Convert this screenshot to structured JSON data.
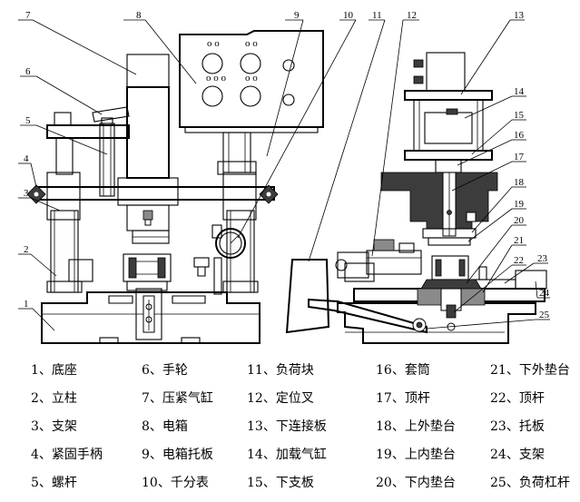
{
  "callouts": [
    "1",
    "2",
    "3",
    "4",
    "5",
    "6",
    "7",
    "8",
    "9",
    "10",
    "11",
    "12",
    "13",
    "14",
    "15",
    "16",
    "17",
    "18",
    "19",
    "20",
    "21",
    "22",
    "23",
    "24",
    "25"
  ],
  "legend": [
    [
      "1、底座",
      "6、手轮",
      "11、负荷块",
      "16、套筒",
      "21、下外垫台"
    ],
    [
      "2、立柱",
      "7、压紧气缸",
      "12、定位叉",
      "17、顶杆",
      "22、顶杆"
    ],
    [
      "3、支架",
      "8、电箱",
      "13、下连接板",
      "18、上外垫台",
      "23、托板"
    ],
    [
      "4、紧固手柄",
      "9、电箱托板",
      "14、加载气缸",
      "19、上内垫台",
      "24、支架"
    ],
    [
      "5、螺杆",
      "10、千分表",
      "15、下支板",
      "20、下内垫台",
      "25、负荷杠杆"
    ]
  ],
  "box_labels": [
    "o o",
    "o o",
    "o o o",
    "o o"
  ]
}
